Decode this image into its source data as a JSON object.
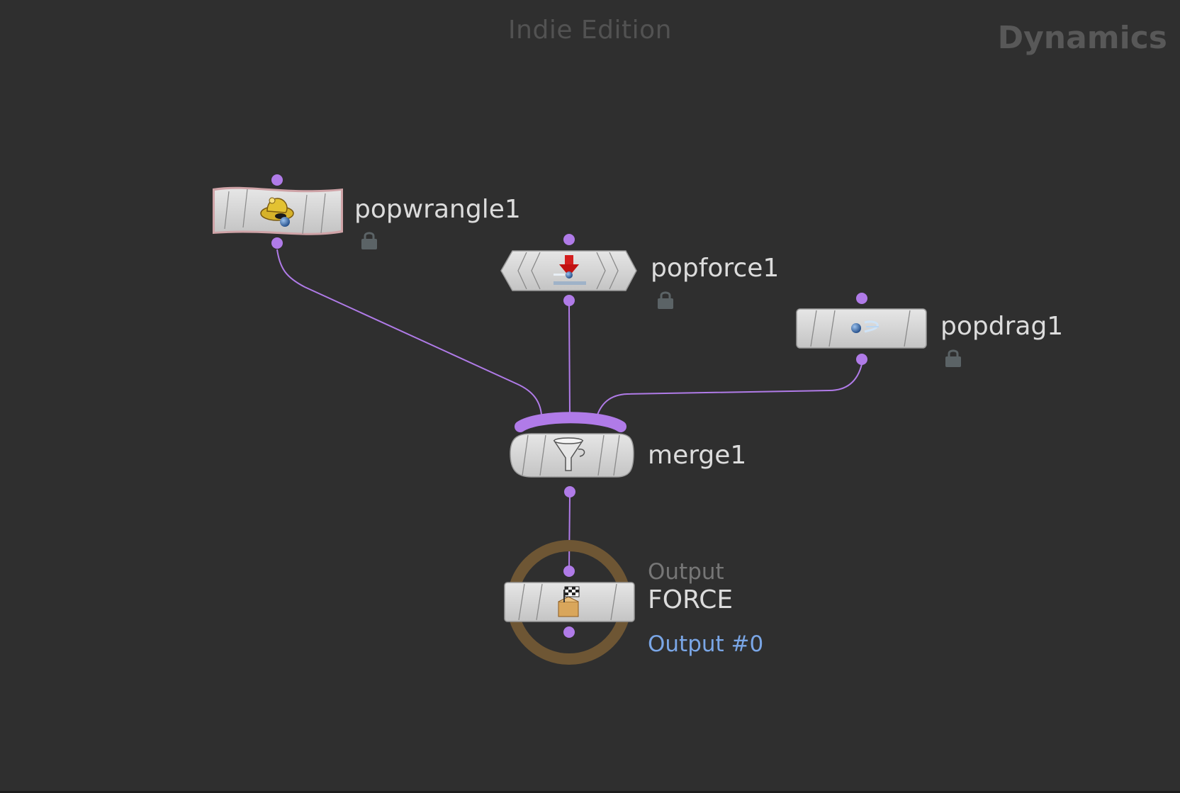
{
  "network": {
    "edition": "Indie Edition",
    "context": "Dynamics"
  },
  "nodes": {
    "popwrangle": {
      "name": "popwrangle1"
    },
    "popforce": {
      "name": "popforce1"
    },
    "popdrag": {
      "name": "popdrag1"
    },
    "merge": {
      "name": "merge1"
    },
    "output": {
      "type_label": "Output",
      "name": "FORCE",
      "index_label": "Output #0"
    }
  },
  "colors": {
    "background": "#2f2f2f",
    "wire": "#b07be8",
    "connector": "#b07be8",
    "node_body": "#d4d4d4",
    "output_ring": "#6e5634",
    "output_index": "#7aa6e6",
    "lock": "#5b6366"
  },
  "icons": {
    "popwrangle": "wrangle-hat-icon",
    "popforce": "force-arrow-icon",
    "popdrag": "drag-particle-icon",
    "merge": "funnel-icon",
    "output": "checkered-flag-box-icon",
    "flag": "lock-icon"
  }
}
